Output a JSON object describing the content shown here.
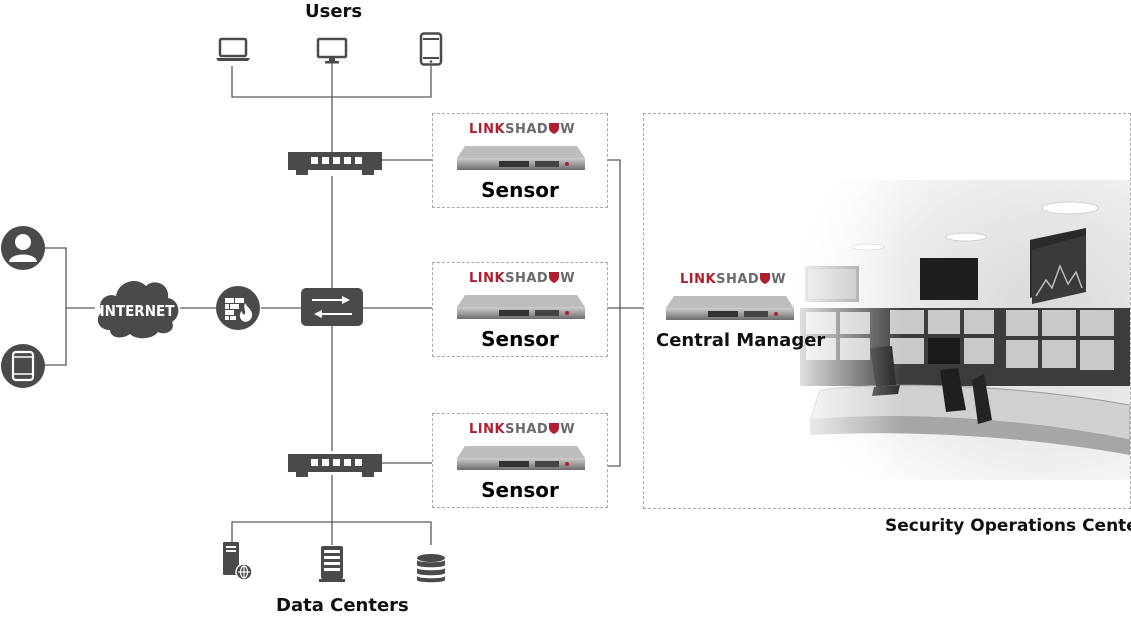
{
  "diagram": {
    "users_label": "Users",
    "data_centers_label": "Data Centers",
    "internet_label": "INTERNET",
    "sensors": [
      {
        "brand_left": "LINK",
        "brand_right": "SHAD",
        "brand_end": "W",
        "label": "Sensor"
      },
      {
        "brand_left": "LINK",
        "brand_right": "SHAD",
        "brand_end": "W",
        "label": "Sensor"
      },
      {
        "brand_left": "LINK",
        "brand_right": "SHAD",
        "brand_end": "W",
        "label": "Sensor"
      }
    ],
    "central_manager": {
      "brand_left": "LINK",
      "brand_right": "SHAD",
      "brand_end": "W",
      "label": "Central Manager"
    },
    "soc_label": "Security Operations Center",
    "colors": {
      "icon": "#4a4a4a",
      "line": "#5a5a5a",
      "brand_red": "#b01e2f",
      "dash": "#a9a9a9"
    },
    "icons": [
      "laptop-icon",
      "desktop-icon",
      "tablet-icon",
      "user-icon",
      "mobile-icon",
      "cloud-icon",
      "firewall-icon",
      "switch-icon",
      "server-icon",
      "rack-icon",
      "database-icon"
    ]
  }
}
